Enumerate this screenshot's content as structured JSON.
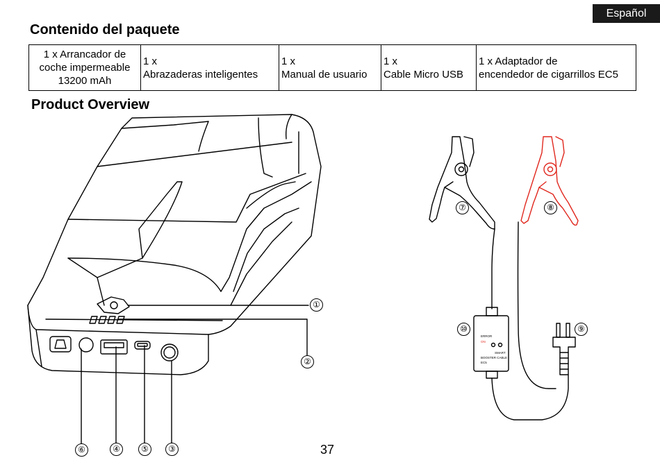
{
  "language_tab": "Español",
  "package": {
    "title": "Contenido del paquete",
    "items": [
      {
        "lines": [
          "1 x Arrancador de",
          "coche impermeable",
          "13200 mAh"
        ]
      },
      {
        "lines": [
          "1 x",
          "Abrazaderas inteligentes"
        ]
      },
      {
        "lines": [
          "1 x",
          "Manual de usuario"
        ]
      },
      {
        "lines": [
          "1 x",
          "Cable Micro USB"
        ]
      },
      {
        "lines": [
          "1 x Adaptador de",
          "encendedor de cigarrillos EC5"
        ]
      }
    ]
  },
  "overview": {
    "title": "Product Overview",
    "callouts": [
      "①",
      "②",
      "③",
      "④",
      "⑤",
      "⑥",
      "⑦",
      "⑧",
      "⑨",
      "⑩"
    ],
    "box_label_1": "EC5",
    "box_label_2": "BOOSTER CABLE",
    "box_label_3": "SMART",
    "box_label_4": "ON",
    "box_label_5": "ERROR"
  },
  "page_number": "37"
}
